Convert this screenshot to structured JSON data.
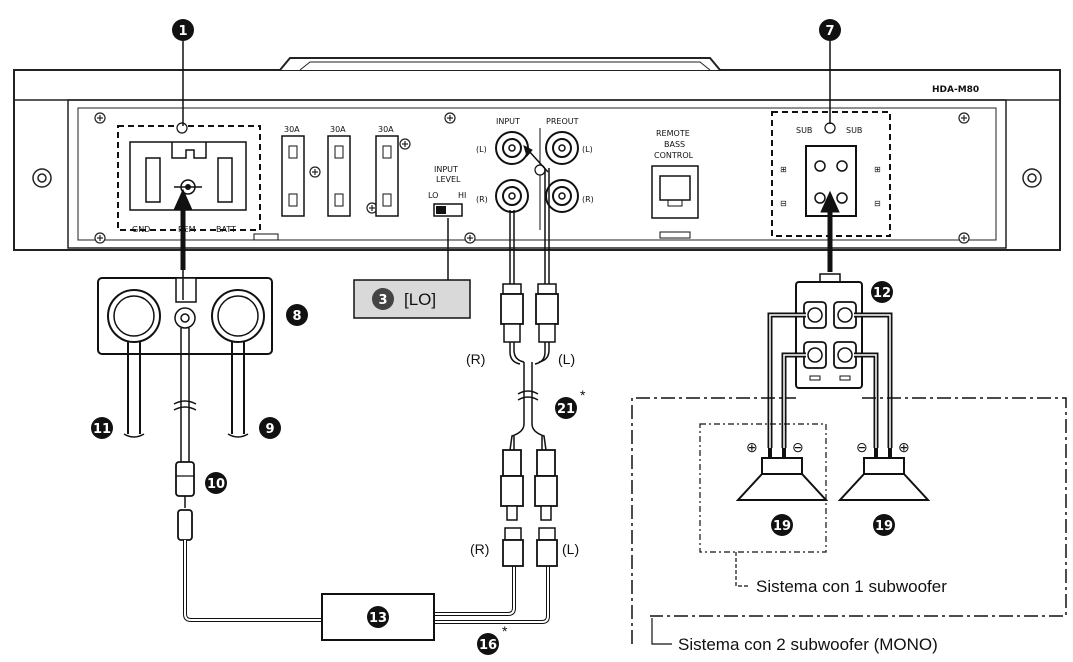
{
  "model": "HDA-M80",
  "fuses": [
    "30A",
    "30A",
    "30A"
  ],
  "power_terminal": {
    "gnd": "GND",
    "rem": "REM",
    "batt": "BATT"
  },
  "input_level": {
    "title_1": "INPUT",
    "title_2": "LEVEL",
    "lo": "LO",
    "hi": "HI"
  },
  "rca": {
    "input": "INPUT",
    "preout": "PREOUT",
    "left": "(L)",
    "right": "(R)"
  },
  "remote": {
    "line1": "REMOTE",
    "line2": "BASS",
    "line3": "CONTROL"
  },
  "speaker_terminal": {
    "sub_left": "SUB",
    "sub_right": "SUB",
    "plus": "⊞",
    "minus": "⊟"
  },
  "callouts": {
    "c1": "1",
    "c3": "3",
    "c3_text": "[LO]",
    "c7": "7",
    "c8": "8",
    "c9": "9",
    "c10": "10",
    "c11": "11",
    "c12": "12",
    "c13": "13",
    "c16": "16",
    "c19a": "19",
    "c19b": "19",
    "c21": "21",
    "asterisk": "*"
  },
  "cable_labels": {
    "r_top": "(R)",
    "l_top": "(L)",
    "r_bottom": "(R)",
    "l_bottom": "(L)"
  },
  "speaker_polarity": {
    "plus": "⊕",
    "minus": "⊖"
  },
  "systems": {
    "one_sub": "Sistema con 1 subwoofer",
    "two_sub": "Sistema con 2 subwoofer (MONO)"
  }
}
